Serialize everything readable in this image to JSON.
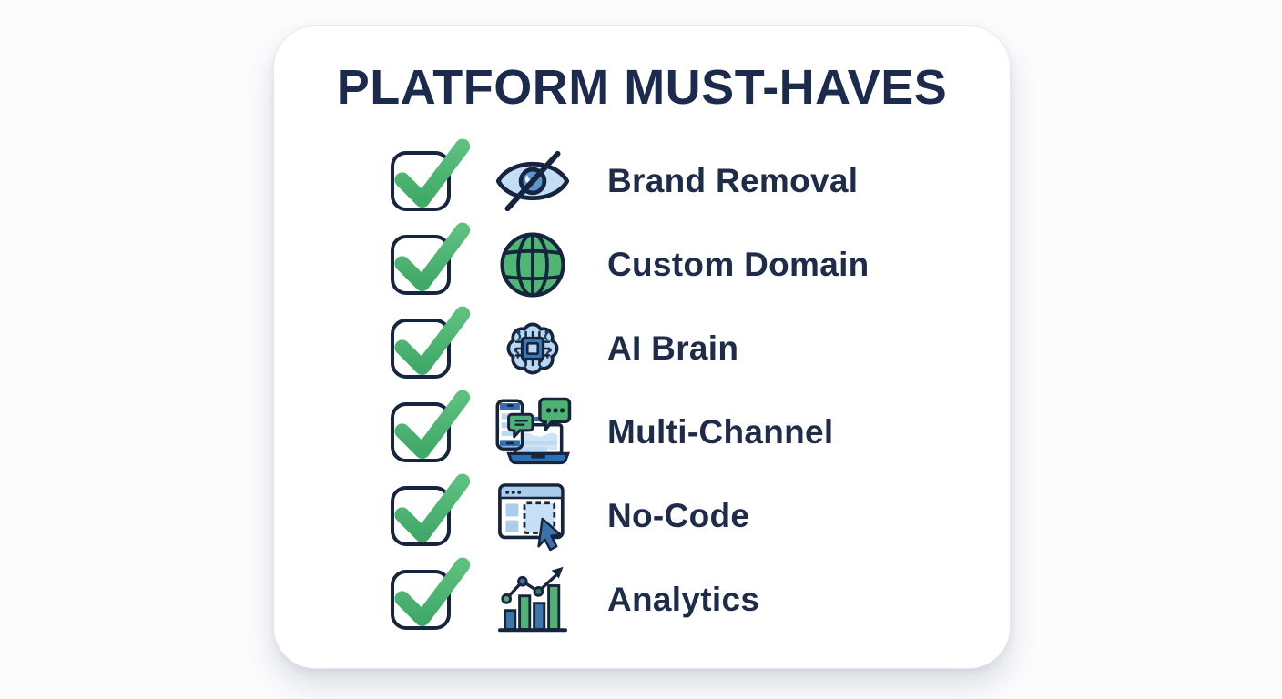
{
  "card": {
    "title": "PLATFORM MUST-HAVES",
    "items": [
      {
        "label": "Brand Removal",
        "icon": "eye-off-icon",
        "checked": true
      },
      {
        "label": "Custom Domain",
        "icon": "globe-icon",
        "checked": true
      },
      {
        "label": "AI Brain",
        "icon": "brain-chip-icon",
        "checked": true
      },
      {
        "label": "Multi-Channel",
        "icon": "devices-chat-icon",
        "checked": true
      },
      {
        "label": "No-Code",
        "icon": "browser-cursor-icon",
        "checked": true
      },
      {
        "label": "Analytics",
        "icon": "bar-chart-icon",
        "checked": true
      }
    ]
  },
  "colors": {
    "navy_text": "#1e2c4a",
    "outline_navy": "#16243d",
    "check_green": "#4db574",
    "icon_green": "#4fb673",
    "bubble_green": "#4db372",
    "light_blue": "#bcd9f2",
    "mid_blue": "#3c76ad",
    "header_blue": "#a9cdeb",
    "card_border": "#e4e8ef",
    "page_bg": "#fcfcfd"
  }
}
